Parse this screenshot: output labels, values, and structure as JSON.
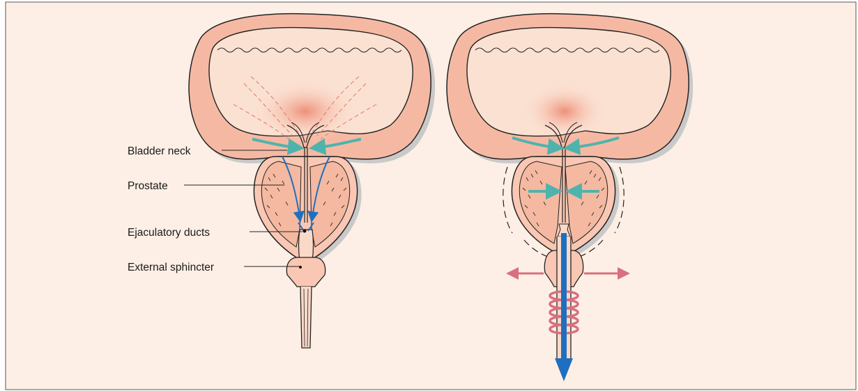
{
  "labels": {
    "bladder_neck": "Bladder neck",
    "prostate": "Prostate",
    "ejaculatory_ducts": "Ejaculatory ducts",
    "external_sphincter": "External sphincter"
  },
  "colors": {
    "background": "#fdefe5",
    "bladder_fill": "#f5b9a3",
    "bladder_inner": "#fbe1d2",
    "prostate_fill": "#f9c7b3",
    "duct_blue": "#1f6fc0",
    "teal_arrow": "#4fb3ad",
    "pink_arrow": "#d96f80",
    "outline": "#222222"
  }
}
